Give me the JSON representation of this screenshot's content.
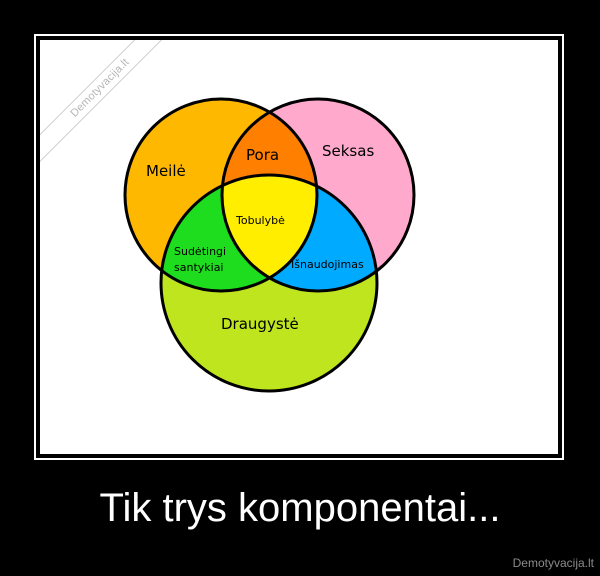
{
  "watermark": "Demotyvacija.lt",
  "diagram": {
    "labels": {
      "meile": "Meilė",
      "pora": "Pora",
      "seksas": "Seksas",
      "tobulybe": "Tobulybė",
      "sudetingi_line1": "Sudėtingi",
      "sudetingi_line2": "santykiai",
      "isnaudojimas": "Išnaudojimas",
      "draugyste": "Draugystė"
    },
    "colors": {
      "meile": "#ffb800",
      "seksas": "#ffaacc",
      "draugyste": "#bee51e",
      "pora": "#ff8000",
      "sudetingi": "#1edc1e",
      "isnaudojimas": "#00aaff",
      "tobulybe": "#ffee00"
    }
  },
  "caption": "Tik trys komponentai...",
  "site": "Demotyvacija.lt"
}
